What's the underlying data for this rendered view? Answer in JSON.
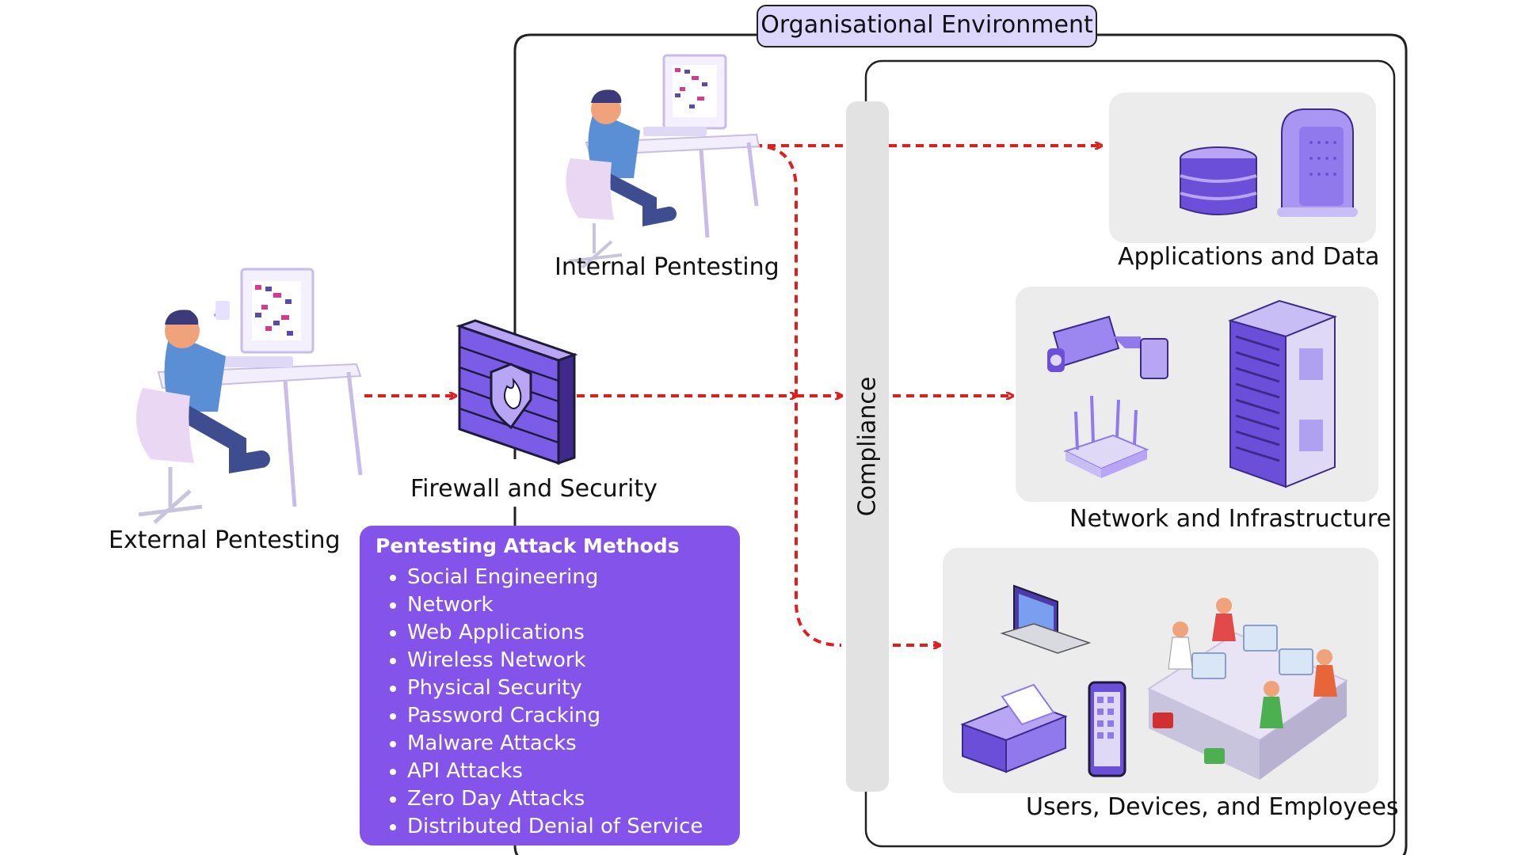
{
  "environment": {
    "title": "Organisational Environment"
  },
  "actors": {
    "external": "External Pentesting",
    "internal": "Internal Pentesting",
    "firewall": "Firewall and Security"
  },
  "compliance": {
    "label": "Compliance"
  },
  "targets": {
    "applications": "Applications and Data",
    "network": "Network and Infrastructure",
    "users": "Users, Devices, and Employees"
  },
  "methods": {
    "title": "Pentesting Attack Methods",
    "items": [
      "Social Engineering",
      "Network",
      "Web Applications",
      "Wireless Network",
      "Physical Security",
      "Password Cracking",
      "Malware Attacks",
      "API Attacks",
      "Zero Day Attacks",
      "Distributed Denial of Service"
    ]
  },
  "colors": {
    "arrow": "#e11d1d",
    "purple": "#8454ea",
    "lavender": "#ddd6fe",
    "panel": "#ececec"
  }
}
